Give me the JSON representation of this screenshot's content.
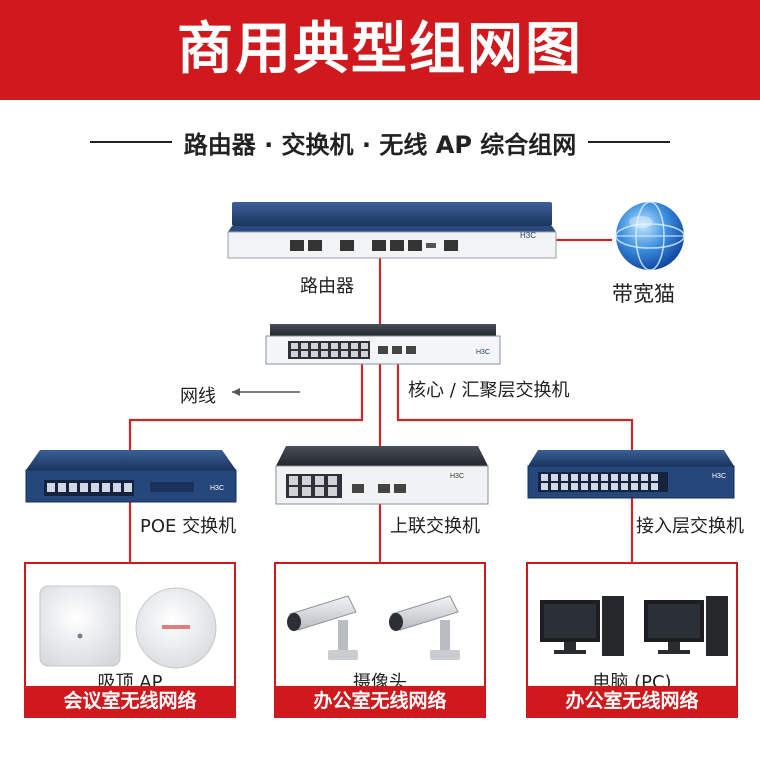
{
  "banner": {
    "title": "商用典型组网图"
  },
  "subtitle": "路由器 · 交换机 · 无线 AP 综合组网",
  "nodes": {
    "router": "路由器",
    "modem": "带宽猫",
    "core_switch": "核心 / 汇聚层交换机",
    "cable": "网线",
    "poe_switch": "POE 交换机",
    "uplink_switch": "上联交换机",
    "access_switch": "接入层交换机"
  },
  "device_text": {
    "brand": "H3C"
  },
  "cards": [
    {
      "label": "吸顶 AP",
      "footer": "会议室无线网络"
    },
    {
      "label": "摄像头",
      "footer": "办公室无线网络"
    },
    {
      "label": "电脑 (PC)",
      "footer": "办公室无线网络"
    }
  ],
  "colors": {
    "accent": "#d0191c",
    "device_navy": "#1f3e6e",
    "device_dark": "#2b2f36"
  }
}
